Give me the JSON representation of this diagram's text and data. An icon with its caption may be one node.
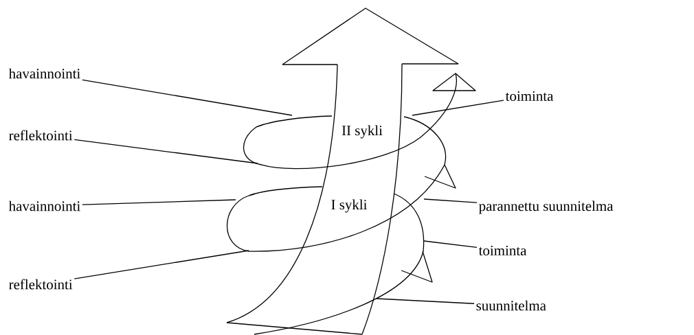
{
  "diagram": {
    "nodes": [
      {
        "text": [
          "havainnointi"
        ]
      },
      {
        "text": [
          "toiminta"
        ]
      },
      {
        "text": [
          "reflektointi"
        ]
      },
      {
        "text": [
          "havainnointi"
        ]
      },
      {
        "text": [
          "parannettu suunnitelma"
        ]
      },
      {
        "text": [
          "toiminta"
        ]
      },
      {
        "text": [
          "reflektointi"
        ]
      },
      {
        "text": [
          "suunnitelma"
        ]
      }
    ],
    "edges": [
      {
        "from": 0,
        "to": null,
        "arrow": "none"
      },
      {
        "from": 1,
        "to": null,
        "arrow": "none"
      },
      {
        "from": 2,
        "to": null,
        "arrow": "none"
      },
      {
        "from": 3,
        "to": null,
        "arrow": "none"
      },
      {
        "from": 4,
        "to": null,
        "arrow": "none"
      },
      {
        "from": 5,
        "to": null,
        "arrow": "none"
      },
      {
        "from": 6,
        "to": null,
        "arrow": "none"
      },
      {
        "from": 7,
        "to": null,
        "arrow": "none"
      }
    ],
    "labels": [
      "II sykli",
      "I sykli"
    ]
  }
}
